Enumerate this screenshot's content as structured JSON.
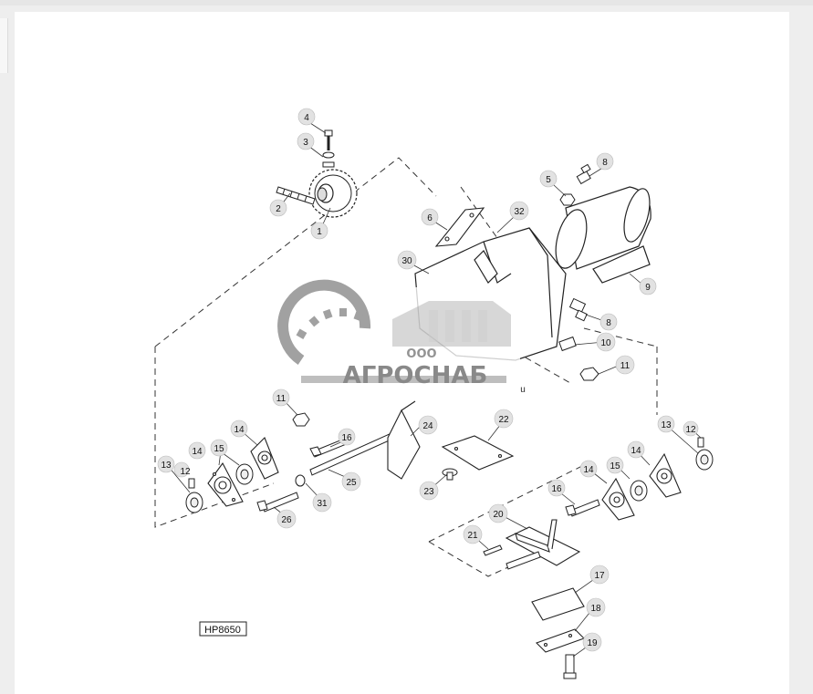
{
  "diagram": {
    "drawing_code": "HP8650",
    "callouts": [
      "1",
      "2",
      "3",
      "4",
      "5",
      "6",
      "8",
      "9",
      "30",
      "32",
      "8",
      "10",
      "11",
      "11",
      "13",
      "12",
      "14",
      "15",
      "14",
      "24",
      "22",
      "16",
      "25",
      "13",
      "12",
      "14",
      "15",
      "14",
      "23",
      "31",
      "26",
      "16",
      "20",
      "21",
      "17",
      "18",
      "19"
    ]
  },
  "watermark": {
    "company_prefix": "ООО",
    "company_name": "АГРОСНАБ",
    "suffix": "u"
  },
  "colors": {
    "line": "#2a2a2a",
    "watermark_gray": "#9a9a9a",
    "callout_fill": "#e2e2e2"
  }
}
